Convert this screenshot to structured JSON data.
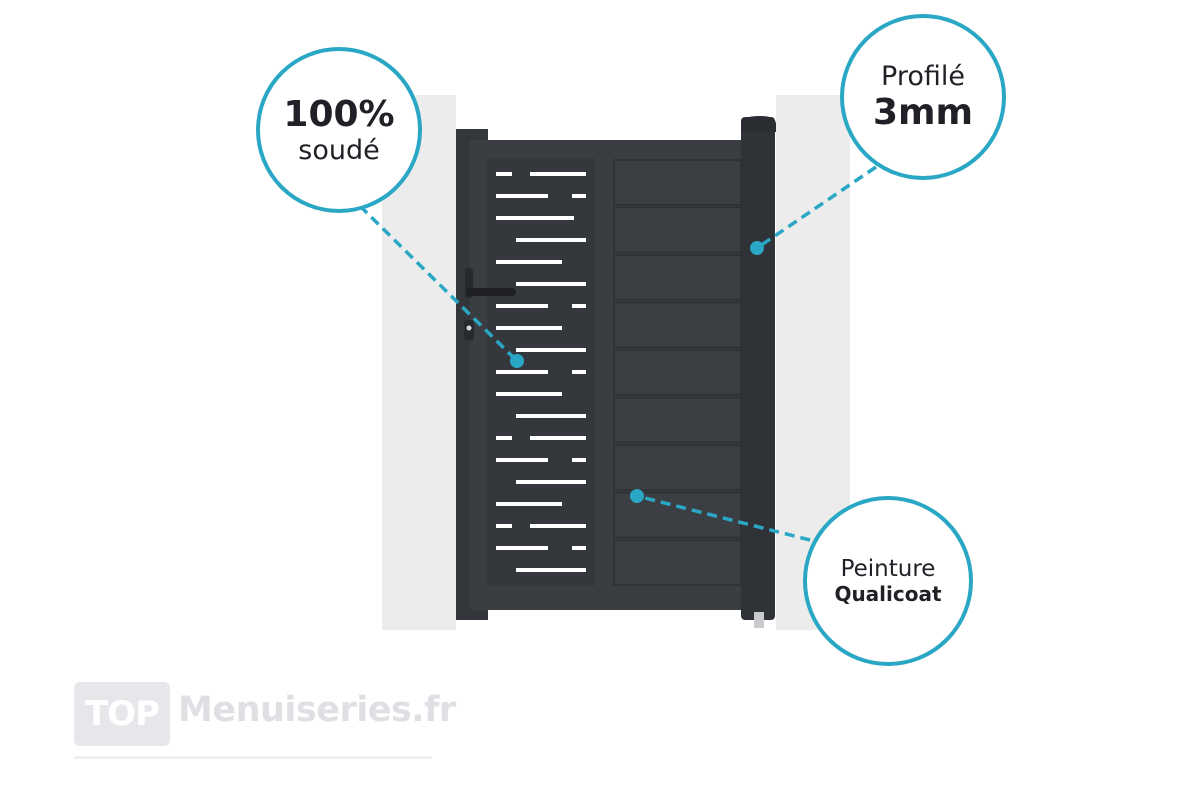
{
  "callouts": {
    "welded": {
      "line1": "100%",
      "line2": "soudé"
    },
    "profile": {
      "line1": "Profilé",
      "line2": "3mm"
    },
    "paint": {
      "line1": "Peinture",
      "line2": "Qualicoat"
    }
  },
  "logo": {
    "badge": "TOP",
    "name": "Menuiseries.fr"
  },
  "colors": {
    "accent": "#2aa7c4",
    "gate": "#3a3d42",
    "gate_dark": "#2b2e33",
    "pillar": "#ececec",
    "perforation": "#ffffff"
  }
}
